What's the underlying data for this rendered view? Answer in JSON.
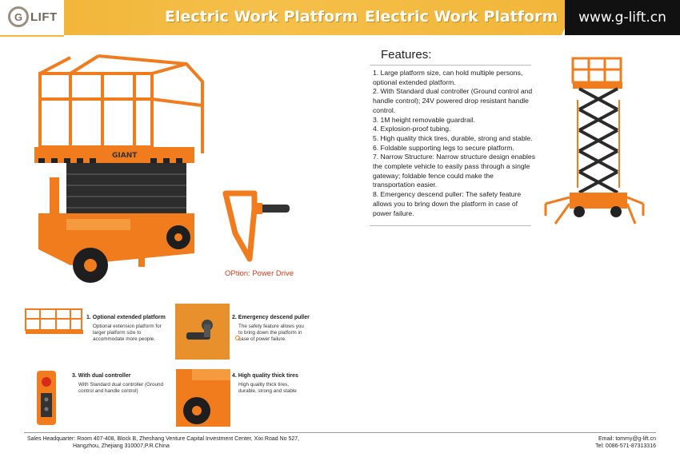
{
  "header": {
    "logo_text": "LIFT",
    "logo_mark": "G",
    "title_left": "Electric Work Platform",
    "title_right": "Electric Work Platform",
    "website": "www.g-lift.cn"
  },
  "main_image": {
    "brand_label": "GIANT"
  },
  "features": {
    "title": "Features:",
    "items": [
      "1. Large platform size, can hold multiple persons, optional extended platform.",
      "2. With Standard dual controller (Ground control and handle control); 24V powered drop resistant handle control.",
      "3. 1M height removable guardrail.",
      "4. Explosion-proof tubing.",
      "5. High quality thick tires, durable, strong and stable.",
      "6. Foldable supporting legs to secure platform.",
      "7. Narrow Structure: Narrow structure design enables the complete vehicle to easily pass through a single gateway; foldable fence could make the transportation easier.",
      "8. Emergency descend puller: The safety feature allows you to bring down the platform in case of power failure."
    ]
  },
  "option": {
    "label": "OPtion: Power Drive"
  },
  "options": [
    {
      "title": "1. Optional extended platform",
      "desc": "Optional extension platform for larger platform size to accommodate more people."
    },
    {
      "title": "2. Emergency descend puller",
      "desc": "The safety feature allows you to bring down the platform in case of power failure."
    },
    {
      "title": "3. With dual controller",
      "desc": "With Standard dual controller (Ground control and handle control)"
    },
    {
      "title": "4. High quality thick tires",
      "desc": "High quality thick tires, durable, strong and stable"
    }
  ],
  "footer": {
    "address_line1": "Sales Headquarter: Room 407-408, Block B, Zheshang Venture Capital Investment Center, Xixi Road No 527,",
    "address_line2": "Hangzhou, Zhejiang 310007,P.R.China",
    "email": "Email: tommy@g-lift.cn",
    "tel": "Tel: 0086-571-87313316"
  },
  "colors": {
    "accent": "#f2b63a",
    "machine_orange": "#f07c1e",
    "header_dark": "#111111",
    "option_red": "#d63a1a"
  }
}
